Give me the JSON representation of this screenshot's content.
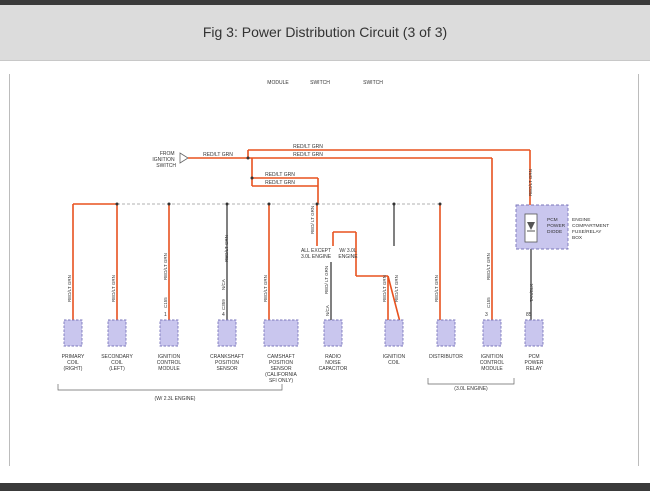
{
  "header": {
    "title": "Fig 3: Power Distribution Circuit (3 of 3)"
  },
  "colors": {
    "wire_red": "#e8521f",
    "wire_dark": "#4a4a4a",
    "component_fill": "#c9c6ee",
    "component_border": "#7a76bb",
    "diode_fill": "#c9c6ee"
  },
  "top_labels": {
    "module": "MODULE",
    "switch_1": "SWITCH",
    "switch_2": "SWITCH"
  },
  "source": {
    "from_ignition": "FROM\nIGNITION\nSWITCH"
  },
  "wire_labels": {
    "feed_a": "RED/LT GRN",
    "feed_b": "RED/LT GRN",
    "feed_c": "RED/LT GRN",
    "feed_d": "RED/LT GRN",
    "feed_e": "RED/LT GRN",
    "pcm_feed": "RED/LT GRN",
    "red_lt_grn_v": "RED/\nLT GRN"
  },
  "branch_notes": {
    "all_except": "ALL EXCEPT\n3.0L ENGINE",
    "w30": "W/ 3.0L\nENGINE"
  },
  "fuse_box": {
    "diode": "PCM\nPOWER\nDIODE",
    "box_label": "ENGINE\nCOMPARTMENT\nFUSE/RELAY\nBOX"
  },
  "components": [
    {
      "name": "PRIMARY\nCOIL\n(RIGHT)",
      "wire": "RED/LT GRN",
      "pin": ""
    },
    {
      "name": "SECONDARY\nCOIL\n(LEFT)",
      "wire": "RED/LT GRN",
      "pin": ""
    },
    {
      "name": "IGNITION\nCONTROL\nMODULE",
      "wire": "RED/LT GRN",
      "pin": "1",
      "conn": "C155"
    },
    {
      "name": "CRANKSHAFT\nPOSITION\nSENSOR",
      "wire": "RED/LT GRN",
      "pin": "4",
      "conn": "C359",
      "extra": "N/CA"
    },
    {
      "name": "CAMSHAFT\nPOSITION\nSENSOR\n(CALIFORNIA\nSFI ONLY)",
      "wire": "RED/LT GRN",
      "pin": ""
    },
    {
      "name": "RADIO\nNOISE\nCAPACITOR",
      "wire": "RED/\nLT GRN",
      "pin": "",
      "extra": "N/CA"
    },
    {
      "name": "IGNITION\nCOIL",
      "wire": "RED/LT GRN",
      "pin": "",
      "wire2": "RED/LT GRN"
    },
    {
      "name": "DISTRIBUTOR",
      "wire": "RED/LT GRN",
      "pin": ""
    },
    {
      "name": "IGNITION\nCONTROL\nMODULE",
      "wire": "RED/LT GRN",
      "pin": "3",
      "conn": "C155"
    },
    {
      "name": "PCM\nPOWER\nRELAY",
      "wire": "TAN/BLK",
      "pin": "85"
    }
  ],
  "engine_groups": {
    "group_23": "(W/ 2.3L ENGINE)",
    "group_30": "(3.0L ENGINE)"
  }
}
